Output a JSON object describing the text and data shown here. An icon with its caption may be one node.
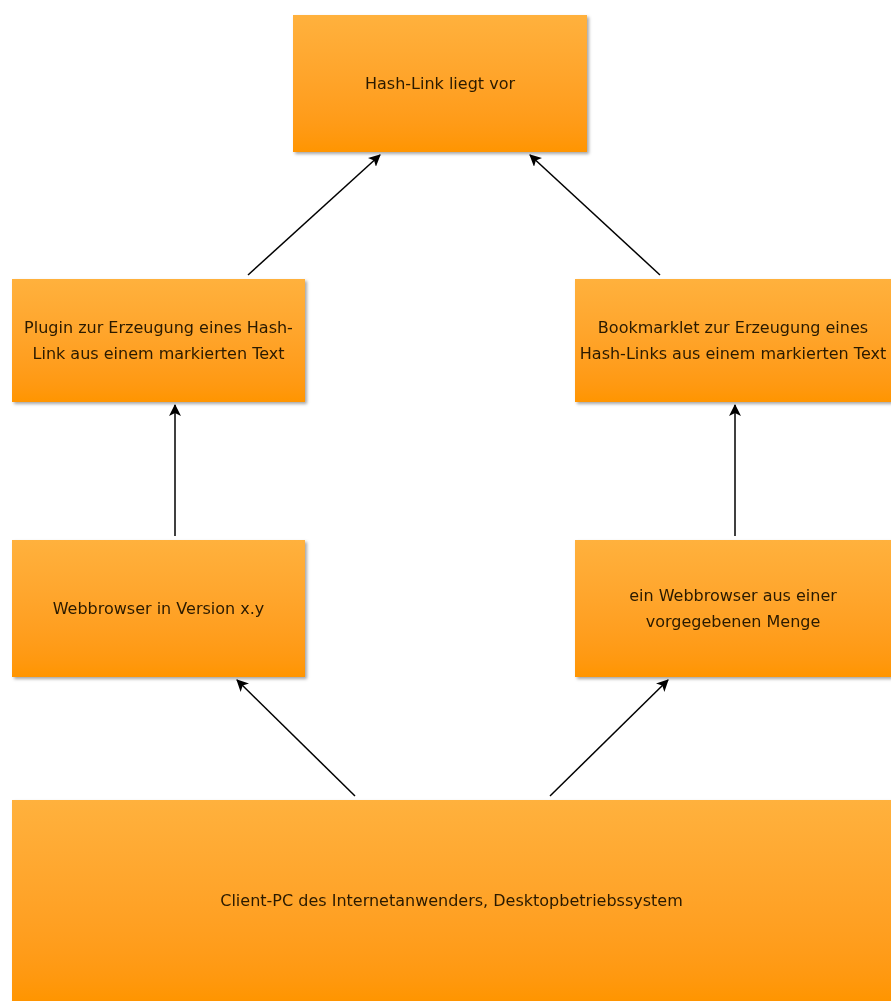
{
  "diagram": {
    "nodes": [
      {
        "text": [
          "Hash-Link liegt vor"
        ]
      },
      {
        "text": [
          "Plugin zur Erzeugung eines Hash-Link aus einem markierten Text"
        ]
      },
      {
        "text": [
          "Bookmarklet zur Erzeugung eines Hash-Links aus einem markierten Text"
        ]
      },
      {
        "text": [
          "Webbrowser in Version x.y"
        ]
      },
      {
        "text": [
          "ein Webbrowser aus einer vorgegebenen Menge"
        ]
      },
      {
        "text": [
          "Client-PC des Internetanwenders, Desktopbetriebssystem"
        ]
      }
    ],
    "edges": [
      {
        "from": 1,
        "to": 0,
        "arrow": "to"
      },
      {
        "from": 2,
        "to": 0,
        "arrow": "to"
      },
      {
        "from": 3,
        "to": 1,
        "arrow": "to"
      },
      {
        "from": 4,
        "to": 2,
        "arrow": "to"
      },
      {
        "from": 5,
        "to": 3,
        "arrow": "to"
      },
      {
        "from": 5,
        "to": 4,
        "arrow": "to"
      }
    ]
  }
}
